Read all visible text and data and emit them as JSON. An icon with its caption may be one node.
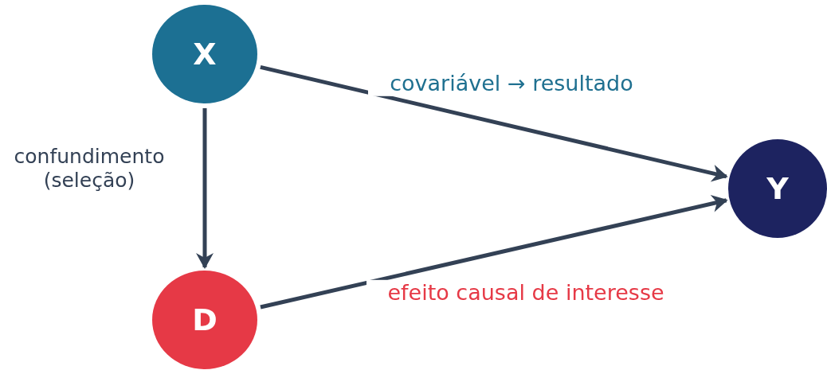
{
  "diagram": {
    "nodes": [
      {
        "text": [
          "X"
        ]
      },
      {
        "text": [
          "D"
        ]
      },
      {
        "text": [
          "Y"
        ]
      }
    ],
    "edges": [
      {
        "from": 0,
        "to": 2,
        "arrow": "to",
        "label": "covariável → resultado"
      },
      {
        "from": 0,
        "to": 1,
        "arrow": "to",
        "label": "confundimento (seleção)"
      },
      {
        "from": 1,
        "to": 2,
        "arrow": "to",
        "label": "efeito causal de interesse"
      }
    ]
  }
}
